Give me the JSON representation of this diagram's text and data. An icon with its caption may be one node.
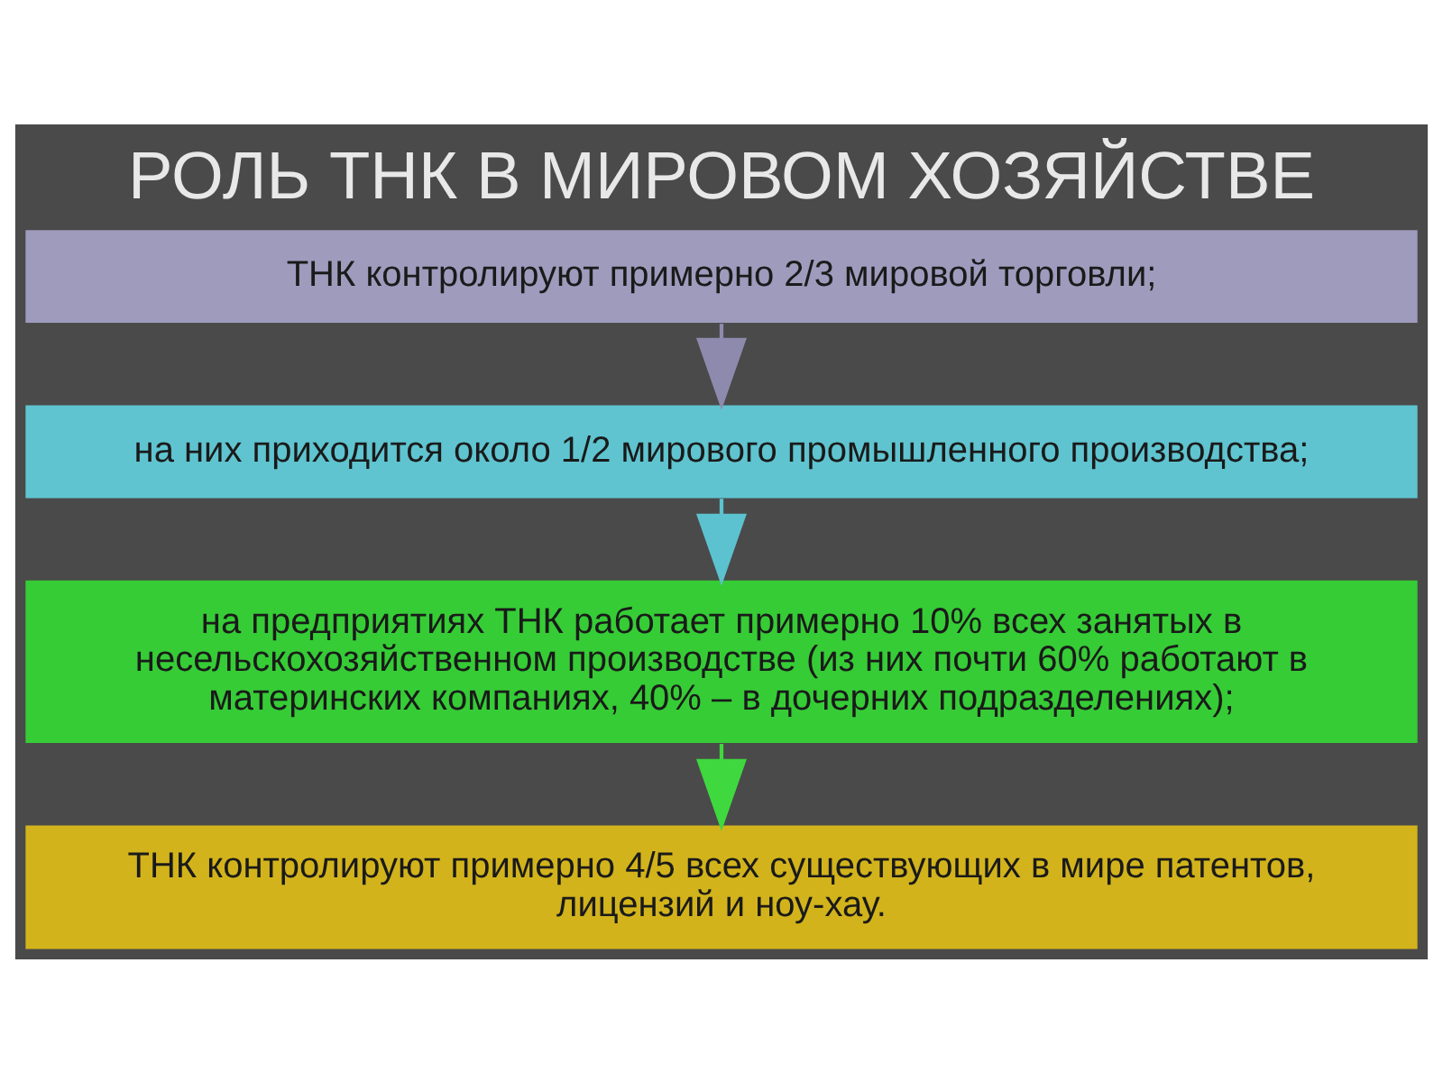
{
  "diagram": {
    "title": "РОЛЬ ТНК В МИРОВОМ ХОЗЯЙСТВЕ",
    "nodes": [
      {
        "text": [
          "ТНК контролируют примерно 2/3 мировой торговли;"
        ]
      },
      {
        "text": [
          "на них приходится около 1/2 мирового промышленного производства;"
        ]
      },
      {
        "text": [
          "на предприятиях ТНК работает примерно 10% всех занятых в несельскохозяйственном производстве (из них почти 60% работают в материнских компаниях, 40% – в дочерних подразделениях);"
        ]
      },
      {
        "text": [
          "ТНК контролируют примерно 4/5 всех существующих в мире патентов, лицензий и ноу-хау."
        ]
      }
    ],
    "edges": [
      {
        "from": 0,
        "to": 1,
        "arrow": "to",
        "color": "#8e8aae"
      },
      {
        "from": 1,
        "to": 2,
        "arrow": "to",
        "color": "#5cc2cf"
      },
      {
        "from": 2,
        "to": 3,
        "arrow": "to",
        "color": "#3fd83f"
      }
    ]
  }
}
